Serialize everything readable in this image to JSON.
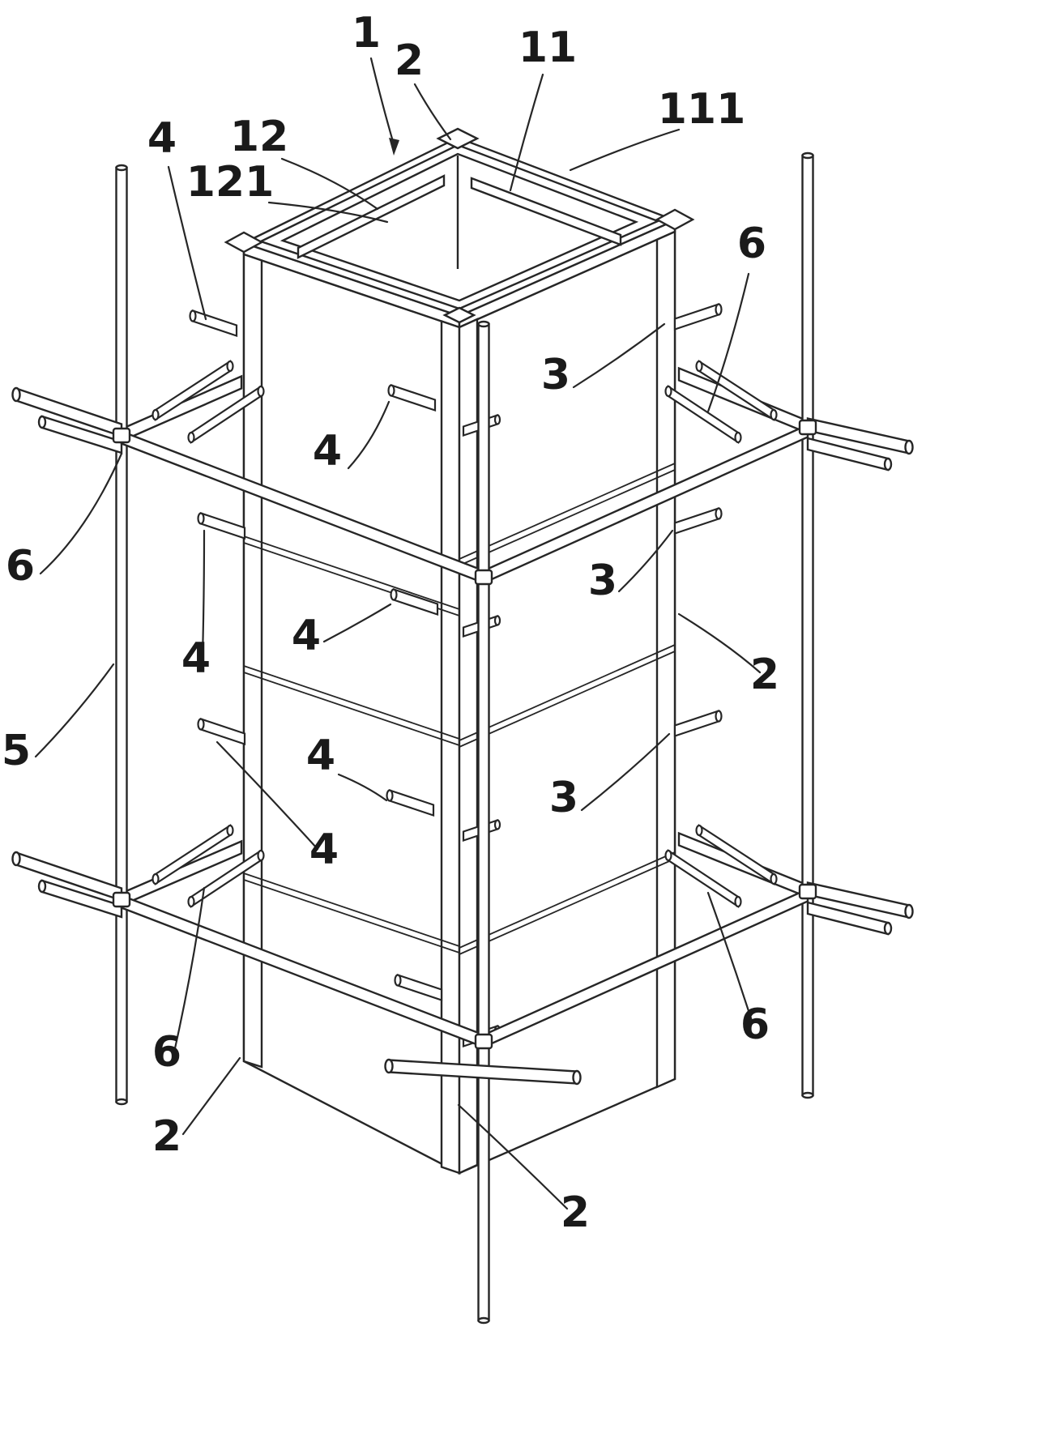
{
  "figure": {
    "background": "#ffffff",
    "line_color": "#262626",
    "labels": [
      {
        "ref": "1"
      },
      {
        "ref": "2"
      },
      {
        "ref": "11"
      },
      {
        "ref": "111"
      },
      {
        "ref": "12"
      },
      {
        "ref": "121"
      },
      {
        "ref": "4"
      },
      {
        "ref": "6"
      },
      {
        "ref": "3"
      },
      {
        "ref": "4"
      },
      {
        "ref": "6"
      },
      {
        "ref": "3"
      },
      {
        "ref": "2"
      },
      {
        "ref": "4"
      },
      {
        "ref": "4"
      },
      {
        "ref": "5"
      },
      {
        "ref": "4"
      },
      {
        "ref": "3"
      },
      {
        "ref": "4"
      },
      {
        "ref": "6"
      },
      {
        "ref": "6"
      },
      {
        "ref": "2"
      },
      {
        "ref": "2"
      }
    ]
  }
}
